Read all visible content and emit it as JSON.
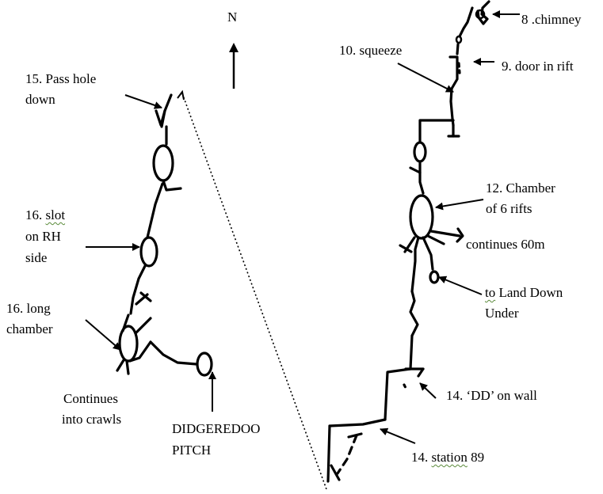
{
  "north_label": "N",
  "labels": {
    "chimney": "8 .chimney",
    "door_in_rift": "9. door in rift",
    "squeeze": "10. squeeze",
    "chamber_6_rifts_line1": "12. Chamber",
    "chamber_6_rifts_line2": "of 6 rifts",
    "continues_60m": "continues 60m",
    "land_down_under_to": "to",
    "land_down_under_line1_rest": " Land Down",
    "land_down_under_line2": "Under",
    "dd_on_wall": "14. ‘DD’ on wall",
    "station_prefix": "14. ",
    "station_word": "station",
    "station_number": " 89",
    "pass_hole_line1": "15. Pass hole",
    "pass_hole_line2": "down",
    "slot_prefix": "16. ",
    "slot_word": "slot",
    "slot_line2": "on RH",
    "slot_line3": "side",
    "long_chamber_line1": "16. long",
    "long_chamber_line2": "chamber",
    "continues_crawls_line1": "Continues",
    "continues_crawls_line2": "into crawls",
    "didgeredoo_line1": "DIDGEREDOO",
    "didgeredoo_line2": "PITCH"
  },
  "colors": {
    "ink": "#000000",
    "squiggle_underline": "#5a8a3a"
  }
}
